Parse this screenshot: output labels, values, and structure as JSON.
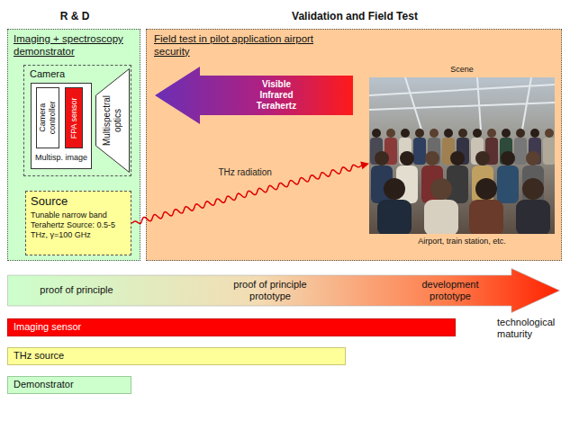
{
  "diagram": {
    "nodes": [
      {
        "text": [
          "R & D",
          "Imaging + spectroscopy demonstrator"
        ]
      },
      {
        "text": [
          "Camera"
        ],
        "in": 0
      },
      {
        "text": [
          "Multisp. image"
        ],
        "in": 1
      },
      {
        "text": [
          "Camera controller"
        ],
        "in": 2
      },
      {
        "text": [
          "FPA sensor"
        ],
        "in": 2
      },
      {
        "text": [
          "Multispectral optics"
        ],
        "in": 1
      },
      {
        "text": [
          "Source",
          "Tunable narrow band Terahertz Source: 0.5-5 THz, γ=100 GHz"
        ],
        "in": 0
      },
      {
        "text": [
          "Validation and Field Test",
          "Field test in pilot application airport security"
        ]
      },
      {
        "text": [
          "Visible Infrared Terahertz"
        ],
        "in": 7
      },
      {
        "text": [
          "Scene",
          "Airport, train station, etc."
        ],
        "in": 7
      },
      {
        "text": [
          "proof of principle",
          "proof of principle prototype",
          "development prototype"
        ]
      },
      {
        "text": [
          "Imaging sensor"
        ]
      },
      {
        "text": [
          "THz source"
        ]
      },
      {
        "text": [
          "Demonstrator"
        ]
      }
    ],
    "edges": [
      {
        "from": 6,
        "to": 9,
        "arrow": "to",
        "label": "THz radiation"
      }
    ],
    "labels": [
      "technological maturity"
    ]
  }
}
